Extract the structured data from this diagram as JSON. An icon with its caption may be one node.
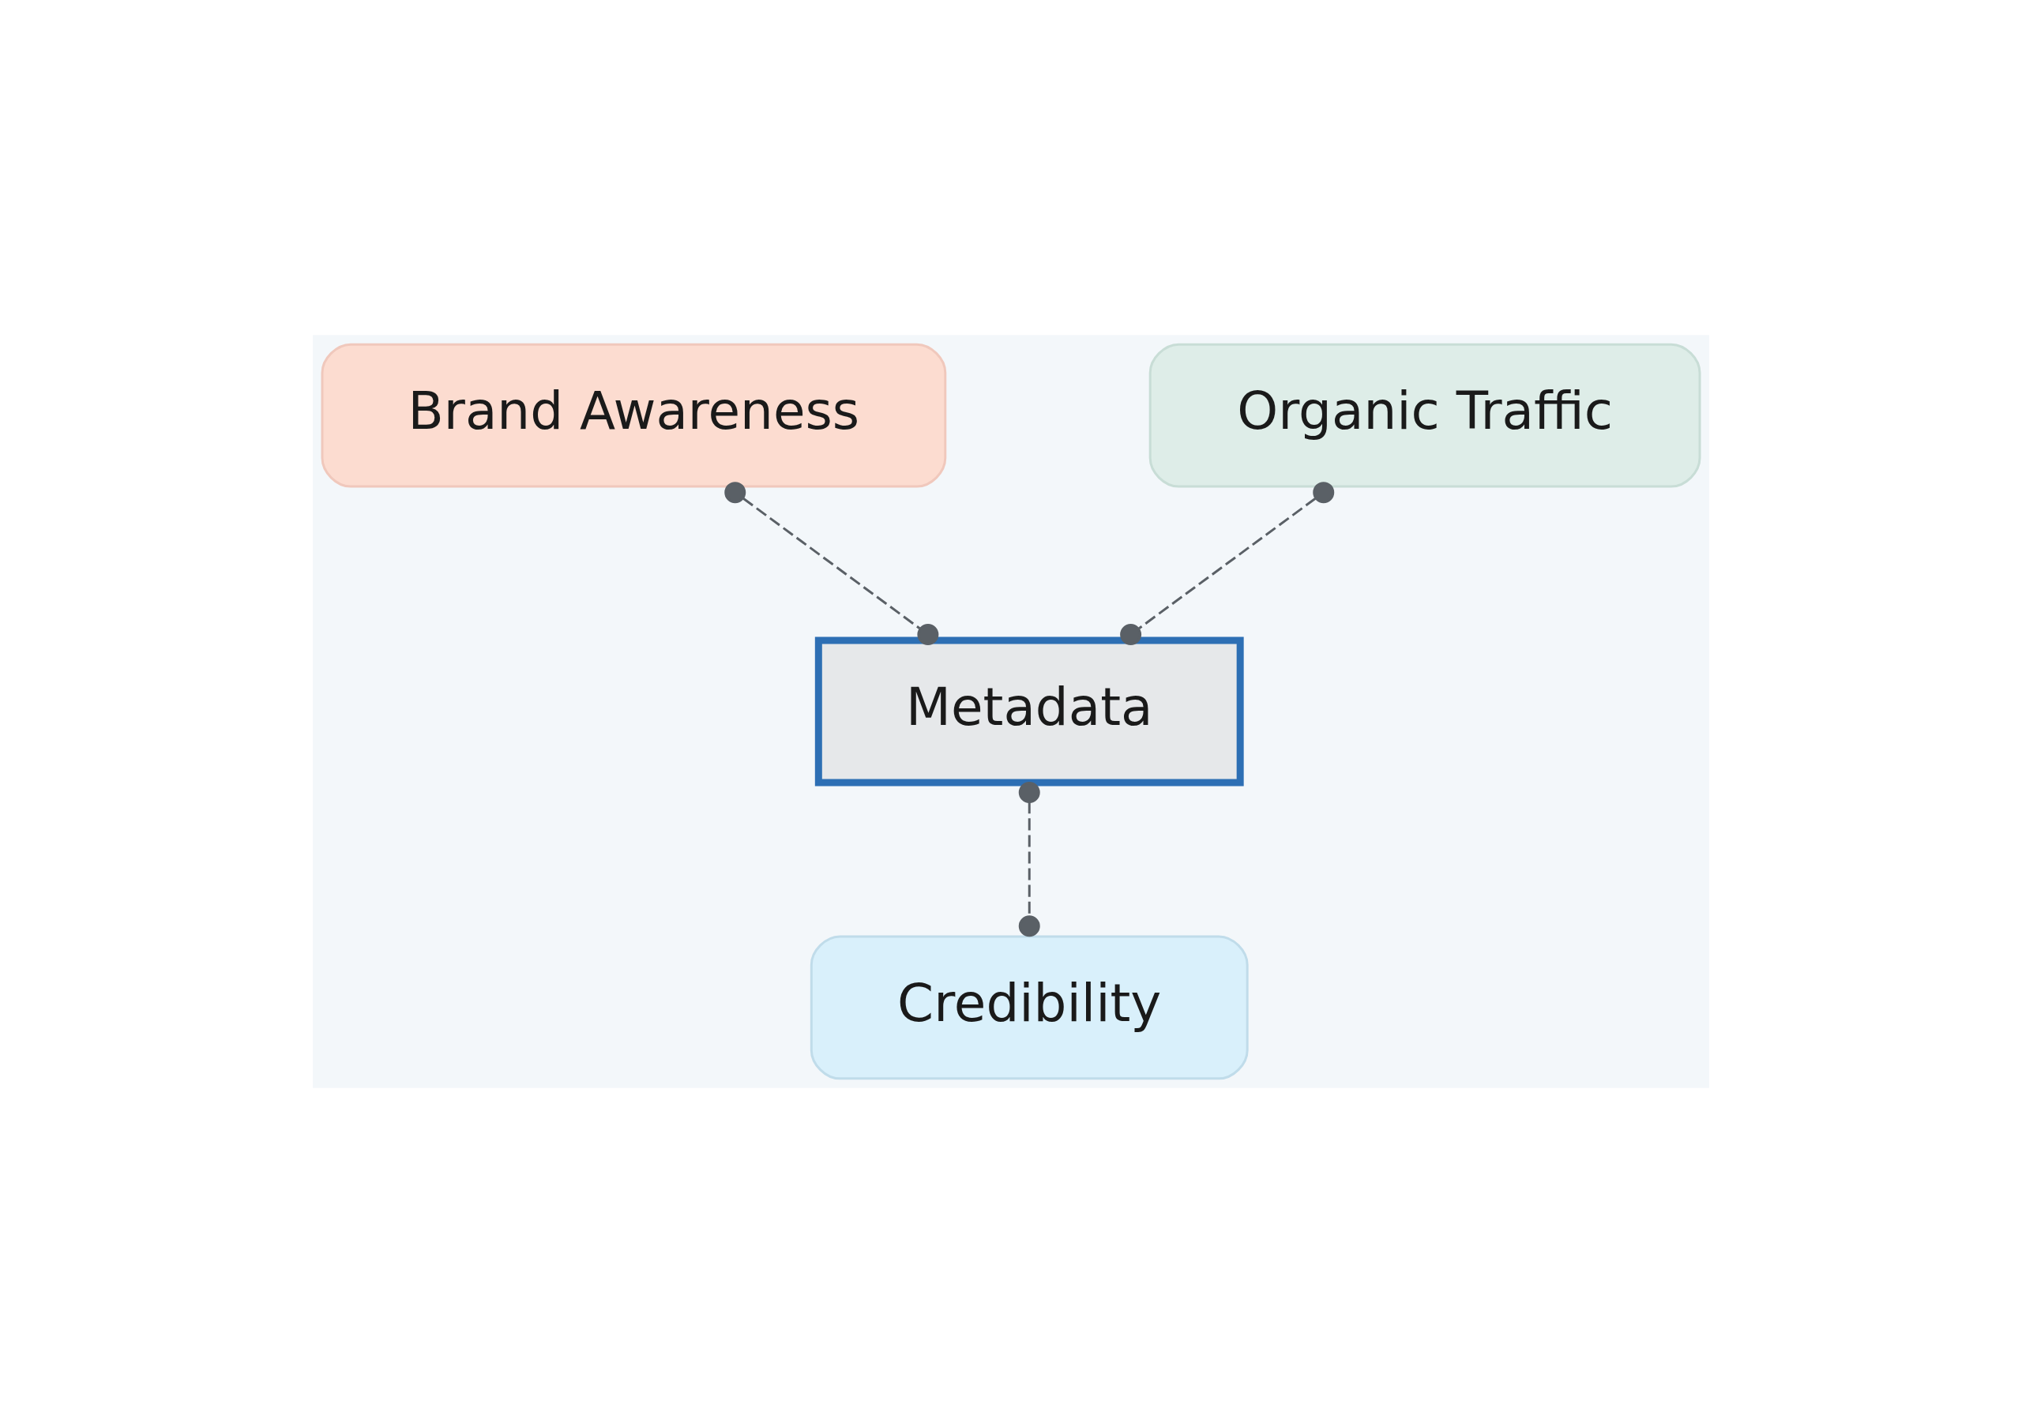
{
  "diagram": {
    "nodes": [
      {
        "text": [
          "Brand Awareness"
        ]
      },
      {
        "text": [
          "Organic Traffic"
        ]
      },
      {
        "text": [
          "Metadata"
        ]
      },
      {
        "text": [
          "Credibility"
        ]
      }
    ],
    "edges": [
      {
        "from": 0,
        "to": 2,
        "arrow": "other",
        "style": "dashed"
      },
      {
        "from": 1,
        "to": 2,
        "arrow": "other",
        "style": "dashed"
      },
      {
        "from": 2,
        "to": 3,
        "arrow": "other",
        "style": "dashed"
      }
    ]
  }
}
